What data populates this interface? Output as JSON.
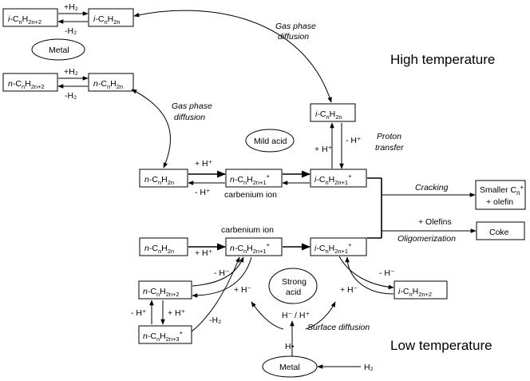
{
  "headings": {
    "high": "High temperature",
    "low": "Low temperature"
  },
  "ovals": {
    "metal_top": "Metal",
    "mild_acid": "Mild acid",
    "strong_acid_1": "Strong",
    "strong_acid_2": "acid",
    "metal_bottom": "Metal"
  },
  "labels": {
    "plus_h2_a": "+H₂",
    "minus_h2_a": "-H₂",
    "plus_h2_b": "+H₂",
    "minus_h2_b": "-H₂",
    "gas_diff_1a": "Gas phase",
    "gas_diff_1b": "diffusion",
    "gas_diff_2a": "Gas phase",
    "gas_diff_2b": "diffusion",
    "proton_a": "Proton",
    "proton_b": "transfer",
    "plus_hp_v": "+ H⁺",
    "minus_hp_v": "- H⁺",
    "plus_hp_1": "+ H⁺",
    "minus_hp_1": "- H⁺",
    "carb_1": "carbenium ion",
    "cracking": "Cracking",
    "plus_olefins": "+ Olefins",
    "oligomerization": "Oligomerization",
    "carb_2": "carbenium ion",
    "plus_hp_2": "+ H⁺",
    "minus_hm_1": "- H⁻",
    "minus_hm_2": "- H⁻",
    "plus_hm_1": "+ H⁻",
    "plus_hm_2": "+ H⁻",
    "minus_hp_left": "- H⁺",
    "plus_hp_left": "+ H⁺",
    "minus_h2_c": "-H₂",
    "hydride": "H⁻ / H⁺",
    "surface": "Surface diffusion",
    "h_dot": "H•",
    "h2": "H₂"
  },
  "products": {
    "smaller_1": "Smaller C",
    "smaller_sub": "n",
    "smaller_sup": "+",
    "smaller_2": "+ olefin",
    "coke": "Coke"
  },
  "species": {
    "r1_left": {
      "pre": "i-",
      "sub": "n",
      "sup": "",
      "idx": "2n+2"
    },
    "r1_right": {
      "pre": "i-",
      "sub": "n",
      "sup": "",
      "idx": "2n"
    },
    "r2_left": {
      "pre": "n-",
      "sub": "n",
      "sup": "",
      "idx": "2n+2"
    },
    "r2_right": {
      "pre": "n-",
      "sub": "n",
      "sup": "",
      "idx": "2n"
    },
    "iso_top": {
      "pre": "i-",
      "sub": "n",
      "sup": "",
      "idx": "2n"
    },
    "m_left": {
      "pre": "n-",
      "sub": "n",
      "sup": "",
      "idx": "2n"
    },
    "m_mid": {
      "pre": "n-",
      "sub": "n",
      "sup": "+",
      "idx": "2n+1"
    },
    "m_right": {
      "pre": "i-",
      "sub": "n",
      "sup": "+",
      "idx": "2n+1"
    },
    "l_left": {
      "pre": "n-",
      "sub": "n",
      "sup": "",
      "idx": "2n"
    },
    "l_mid": {
      "pre": "n-",
      "sub": "n",
      "sup": "+",
      "idx": "2n+1"
    },
    "l_right": {
      "pre": "i-",
      "sub": "n",
      "sup": "+",
      "idx": "2n+1"
    },
    "b_left": {
      "pre": "n-",
      "sub": "n",
      "sup": "",
      "idx": "2n+2"
    },
    "b_left2": {
      "pre": "n-",
      "sub": "n",
      "sup": "+",
      "idx": "2n+3"
    },
    "b_right": {
      "pre": "i-",
      "sub": "n",
      "sup": "",
      "idx": "2n+2"
    }
  }
}
